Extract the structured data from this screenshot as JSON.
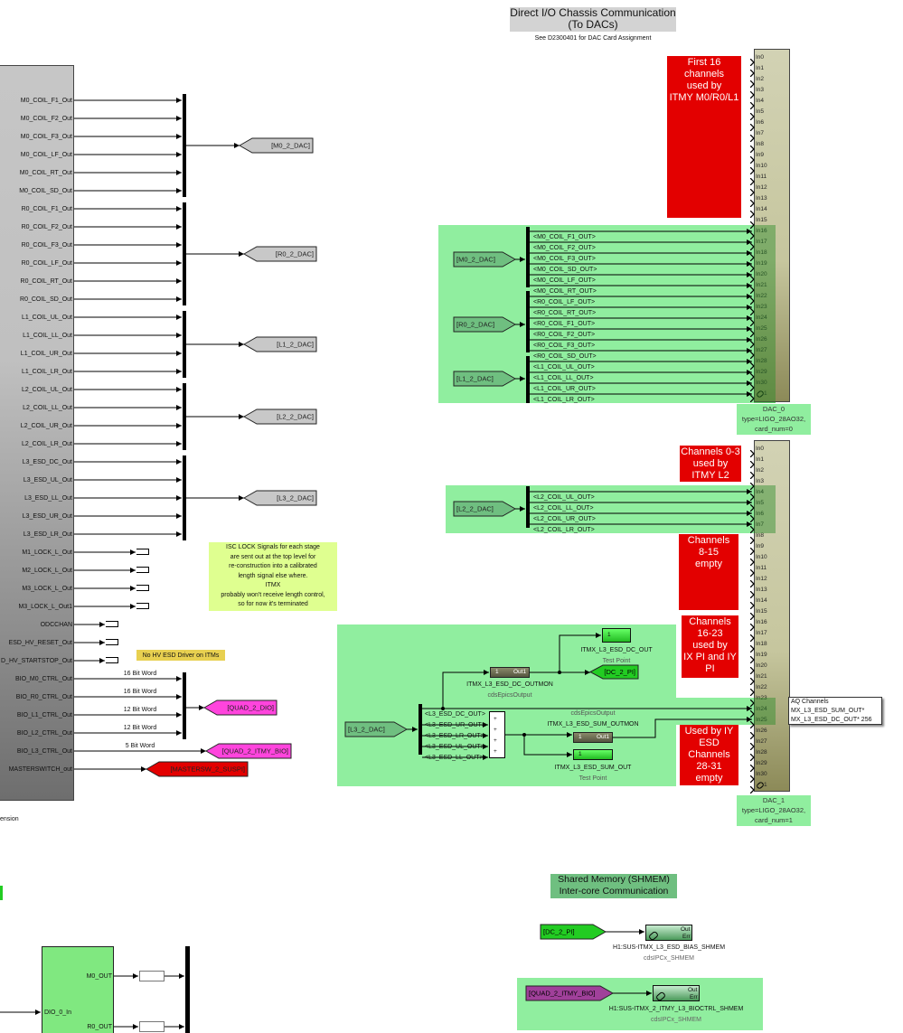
{
  "title": {
    "line1": "Direct I/O Chassis Communication",
    "line2": "(To DACs)",
    "subtitle": "See D2300401 for DAC Card Assignment"
  },
  "left_block": {
    "ports": [
      "M0_COIL_F1_Out",
      "M0_COIL_F2_Out",
      "M0_COIL_F3_Out",
      "M0_COIL_LF_Out",
      "M0_COIL_RT_Out",
      "M0_COIL_SD_Out",
      "R0_COIL_F1_Out",
      "R0_COIL_F2_Out",
      "R0_COIL_F3_Out",
      "R0_COIL_LF_Out",
      "R0_COIL_RT_Out",
      "R0_COIL_SD_Out",
      "L1_COIL_UL_Out",
      "L1_COIL_LL_Out",
      "L1_COIL_UR_Out",
      "L1_COIL_LR_Out",
      "L2_COIL_UL_Out",
      "L2_COIL_LL_Out",
      "L2_COIL_UR_Out",
      "L2_COIL_LR_Out",
      "L3_ESD_DC_Out",
      "L3_ESD_UL_Out",
      "L3_ESD_LL_Out",
      "L3_ESD_UR_Out",
      "L3_ESD_LR_Out",
      "M1_LOCK_L_Out",
      "M2_LOCK_L_Out",
      "M3_LOCK_L_Out",
      "M3_LOCK_L_Out1",
      "ODCCHAN",
      "ESD_HV_RESET_Out",
      "D_HV_STARTSTOP_Out",
      "BIO_M0_CTRL_Out",
      "BIO_R0_CTRL_Out",
      "BIO_L1_CTRL_Out",
      "BIO_L2_CTRL_Out",
      "BIO_L3_CTRL_Out",
      "MASTERSWITCH_out"
    ],
    "caption": "ension"
  },
  "goto_tags": {
    "m0": "[M0_2_DAC]",
    "r0": "[R0_2_DAC]",
    "l1": "[L1_2_DAC]",
    "l2": "[L2_2_DAC]",
    "l3": "[L3_2_DAC]",
    "quad_dio": "[QUAD_2_DIO]",
    "quad_bio": "[QUAD_2_ITMY_BIO]",
    "mastersw": "[MASTERSW_2_SUSPI]"
  },
  "bit_words": [
    "16 Bit Word",
    "16 Bit Word",
    "12 Bit Word",
    "12 Bit Word",
    "5 Bit Word"
  ],
  "notes": {
    "isc": [
      "ISC LOCK Signals for each stage",
      "are sent out at the top level for",
      "re-construction into a calibrated",
      "length signal else where.",
      "ITMX",
      "probably won't receive length control,",
      "so for now it's terminated"
    ],
    "no_hv": "No HV ESD Driver on ITMs"
  },
  "dac0": {
    "ports": [
      "In0",
      "In1",
      "In2",
      "In3",
      "In4",
      "In5",
      "In6",
      "In7",
      "In8",
      "In9",
      "In10",
      "In11",
      "In12",
      "In13",
      "In14",
      "In15",
      "In16",
      "In17",
      "In18",
      "In19",
      "In20",
      "In21",
      "In22",
      "In23",
      "In24",
      "In25",
      "In26",
      "In27",
      "In28",
      "In29",
      "In30",
      "1"
    ],
    "name": "DAC_0",
    "type": "type=LIGO_28AO32,",
    "card": "card_num=0",
    "note": [
      "First 16",
      "channels",
      "used by",
      "ITMY M0/R0/L1"
    ],
    "from_tags": [
      "[M0_2_DAC]",
      "[R0_2_DAC]",
      "[L1_2_DAC]"
    ],
    "signals": [
      "<M0_COIL_F1_OUT>",
      "<M0_COIL_F2_OUT>",
      "<M0_COIL_F3_OUT>",
      "<M0_COIL_SD_OUT>",
      "<M0_COIL_LF_OUT>",
      "<M0_COIL_RT_OUT>",
      "<R0_COIL_LF_OUT>",
      "<R0_COIL_RT_OUT>",
      "<R0_COIL_F1_OUT>",
      "<R0_COIL_F2_OUT>",
      "<R0_COIL_F3_OUT>",
      "<R0_COIL_SD_OUT>",
      "<L1_COIL_UL_OUT>",
      "<L1_COIL_LL_OUT>",
      "<L1_COIL_UR_OUT>",
      "<L1_COIL_LR_OUT>"
    ]
  },
  "dac1": {
    "ports": [
      "In0",
      "In1",
      "In2",
      "In3",
      "In4",
      "In5",
      "In6",
      "In7",
      "In8",
      "In9",
      "In10",
      "In11",
      "In12",
      "In13",
      "In14",
      "In15",
      "In16",
      "In17",
      "In18",
      "In19",
      "In20",
      "In21",
      "In22",
      "In23",
      "In24",
      "In25",
      "In26",
      "In27",
      "In28",
      "In29",
      "In30",
      "1"
    ],
    "name": "DAC_1",
    "type": "type=LIGO_28AO32,",
    "card": "card_num=1",
    "notes": {
      "ch0_3": [
        "Channels 0-3",
        "used by",
        "ITMY L2"
      ],
      "ch8_15": [
        "Channels",
        "8-15",
        "empty"
      ],
      "ch16_23": [
        "Channels",
        "16-23",
        "used by",
        "IX PI and IY",
        "PI"
      ],
      "ch28_31": [
        "Used by IY",
        "ESD",
        "Channels",
        "28-31",
        "empty"
      ]
    },
    "l2_from": "[L2_2_DAC]",
    "l2_signals": [
      "<L2_COIL_UL_OUT>",
      "<L2_COIL_LL_OUT>",
      "<L2_COIL_UR_OUT>",
      "<L2_COIL_LR_OUT>"
    ],
    "l3_from": "[L3_2_DAC]",
    "l3_signals": [
      "<L3_ESD_DC_OUT>",
      "<L3_ESD_UR_OUT>",
      "<L3_ESD_LR_OUT>",
      "<L3_ESD_UL_OUT>",
      "<L3_ESD_LL_OUT>"
    ],
    "sum_signs": [
      "+",
      "+",
      "+",
      "+"
    ],
    "dc_outmon": {
      "in": "1",
      "out": "Out1",
      "name": "ITMX_L3_ESD_DC_OUTMON",
      "type": "cdsEpicsOutput"
    },
    "dc_tp": {
      "in": "1",
      "name": "ITMX_L3_ESD_DC_OUT",
      "type": "Test Point"
    },
    "dc_2_pi": "[DC_2_PI]",
    "sum_outmon": {
      "in": "1",
      "out": "Out1",
      "name": "ITMX_L3_ESD_SUM_OUTMON",
      "type": "cdsEpicsOutput"
    },
    "sum_tp": {
      "in": "1",
      "name": "ITMX_L3_ESD_SUM_OUT",
      "type": "Test Point"
    },
    "daq": [
      "AQ Channels",
      "MX_L3_ESD_SUM_OUT*",
      "MX_L3_ESD_DC_OUT* 256"
    ]
  },
  "shmem": {
    "title": [
      "Shared Memory (SHMEM)",
      "Inter-core Communication"
    ],
    "blocks": [
      {
        "from": "[DC_2_PI]",
        "out": "Out",
        "err": "Err",
        "name": "H1:SUS-ITMX_L3_ESD_BIAS_SHMEM",
        "type": "cdsIPCx_SHMEM"
      },
      {
        "from": "[QUAD_2_ITMY_BIO]",
        "out": "Out",
        "err": "Err",
        "name": "H1:SUS-ITMX_2_ITMY_L3_BIOCTRL_SHMEM",
        "type": "cdsIPCx_SHMEM"
      }
    ]
  },
  "dio_block": {
    "outputs": [
      "M0_OUT",
      "R0_OUT"
    ],
    "input": "DIO_0_In"
  },
  "colors": {
    "area": "#90ee9f",
    "note_red": "#e30000",
    "goto_gray": "#c8c8c8",
    "goto_magenta": "#ff44dd",
    "goto_red": "#e30000",
    "goto_green": "#22cc22",
    "goto_purple": "#a0409a"
  }
}
